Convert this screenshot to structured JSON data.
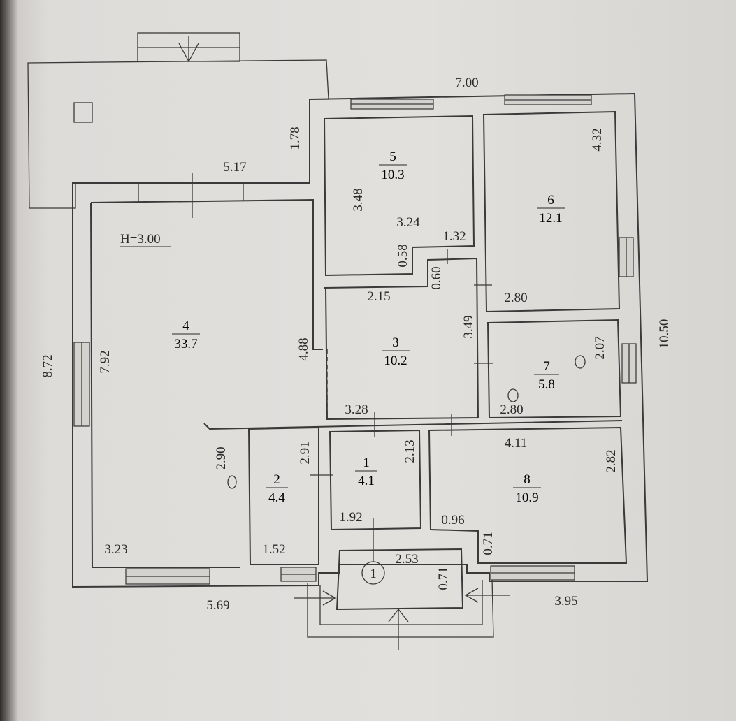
{
  "height_label": "H=3.00",
  "entrance_marker": "1",
  "rooms": [
    {
      "id": "room-1",
      "number": "1",
      "area": "4.1"
    },
    {
      "id": "room-2",
      "number": "2",
      "area": "4.4"
    },
    {
      "id": "room-3",
      "number": "3",
      "area": "10.2"
    },
    {
      "id": "room-4",
      "number": "4",
      "area": "33.7"
    },
    {
      "id": "room-5",
      "number": "5",
      "area": "10.3"
    },
    {
      "id": "room-6",
      "number": "6",
      "area": "12.1"
    },
    {
      "id": "room-7",
      "number": "7",
      "area": "5.8"
    },
    {
      "id": "room-8",
      "number": "8",
      "area": "10.9"
    }
  ],
  "dimensions": {
    "top_width": "7.00",
    "right_height": "10.50",
    "left_height": "8.72",
    "porch_width": "5.17",
    "porch_depth": "1.78",
    "bottom_left": "5.69",
    "bottom_right": "3.95",
    "r4_height": "7.92",
    "r4_right": "4.88",
    "r4_bottom": "3.23",
    "r4_lower": "2.90",
    "r5_height": "3.48",
    "r5_width": "3.24",
    "r5_step_w": "1.32",
    "r5_step_h": "0.58",
    "r3_step": "0.60",
    "r3_width": "2.15",
    "r3_height": "3.49",
    "r3_bottom": "3.28",
    "r6_height": "4.32",
    "r6_bottom": "2.80",
    "r7_height": "2.07",
    "r7_bottom": "2.80",
    "r2_height": "2.91",
    "r2_bottom": "1.52",
    "r1_height": "2.13",
    "r1_bottom": "1.92",
    "r8_width": "4.11",
    "r8_height": "2.82",
    "r8_step_w": "0.96",
    "r8_step_h": "0.71",
    "vest_width": "2.53",
    "vest_depth": "0.71"
  }
}
